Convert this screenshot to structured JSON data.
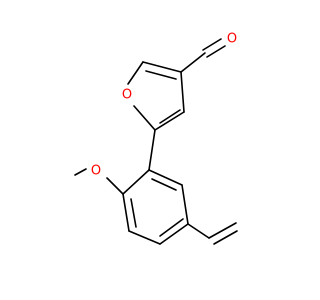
{
  "molecule": {
    "atoms": {
      "aldehyde_oxygen": {
        "label": "O",
        "color": "#ff0000"
      },
      "furan_oxygen": {
        "label": "O",
        "color": "#ff0000"
      },
      "methoxy_oxygen": {
        "label": "O",
        "color": "#ff0000"
      }
    },
    "bond_color": "#000000",
    "background": "#ffffff"
  }
}
